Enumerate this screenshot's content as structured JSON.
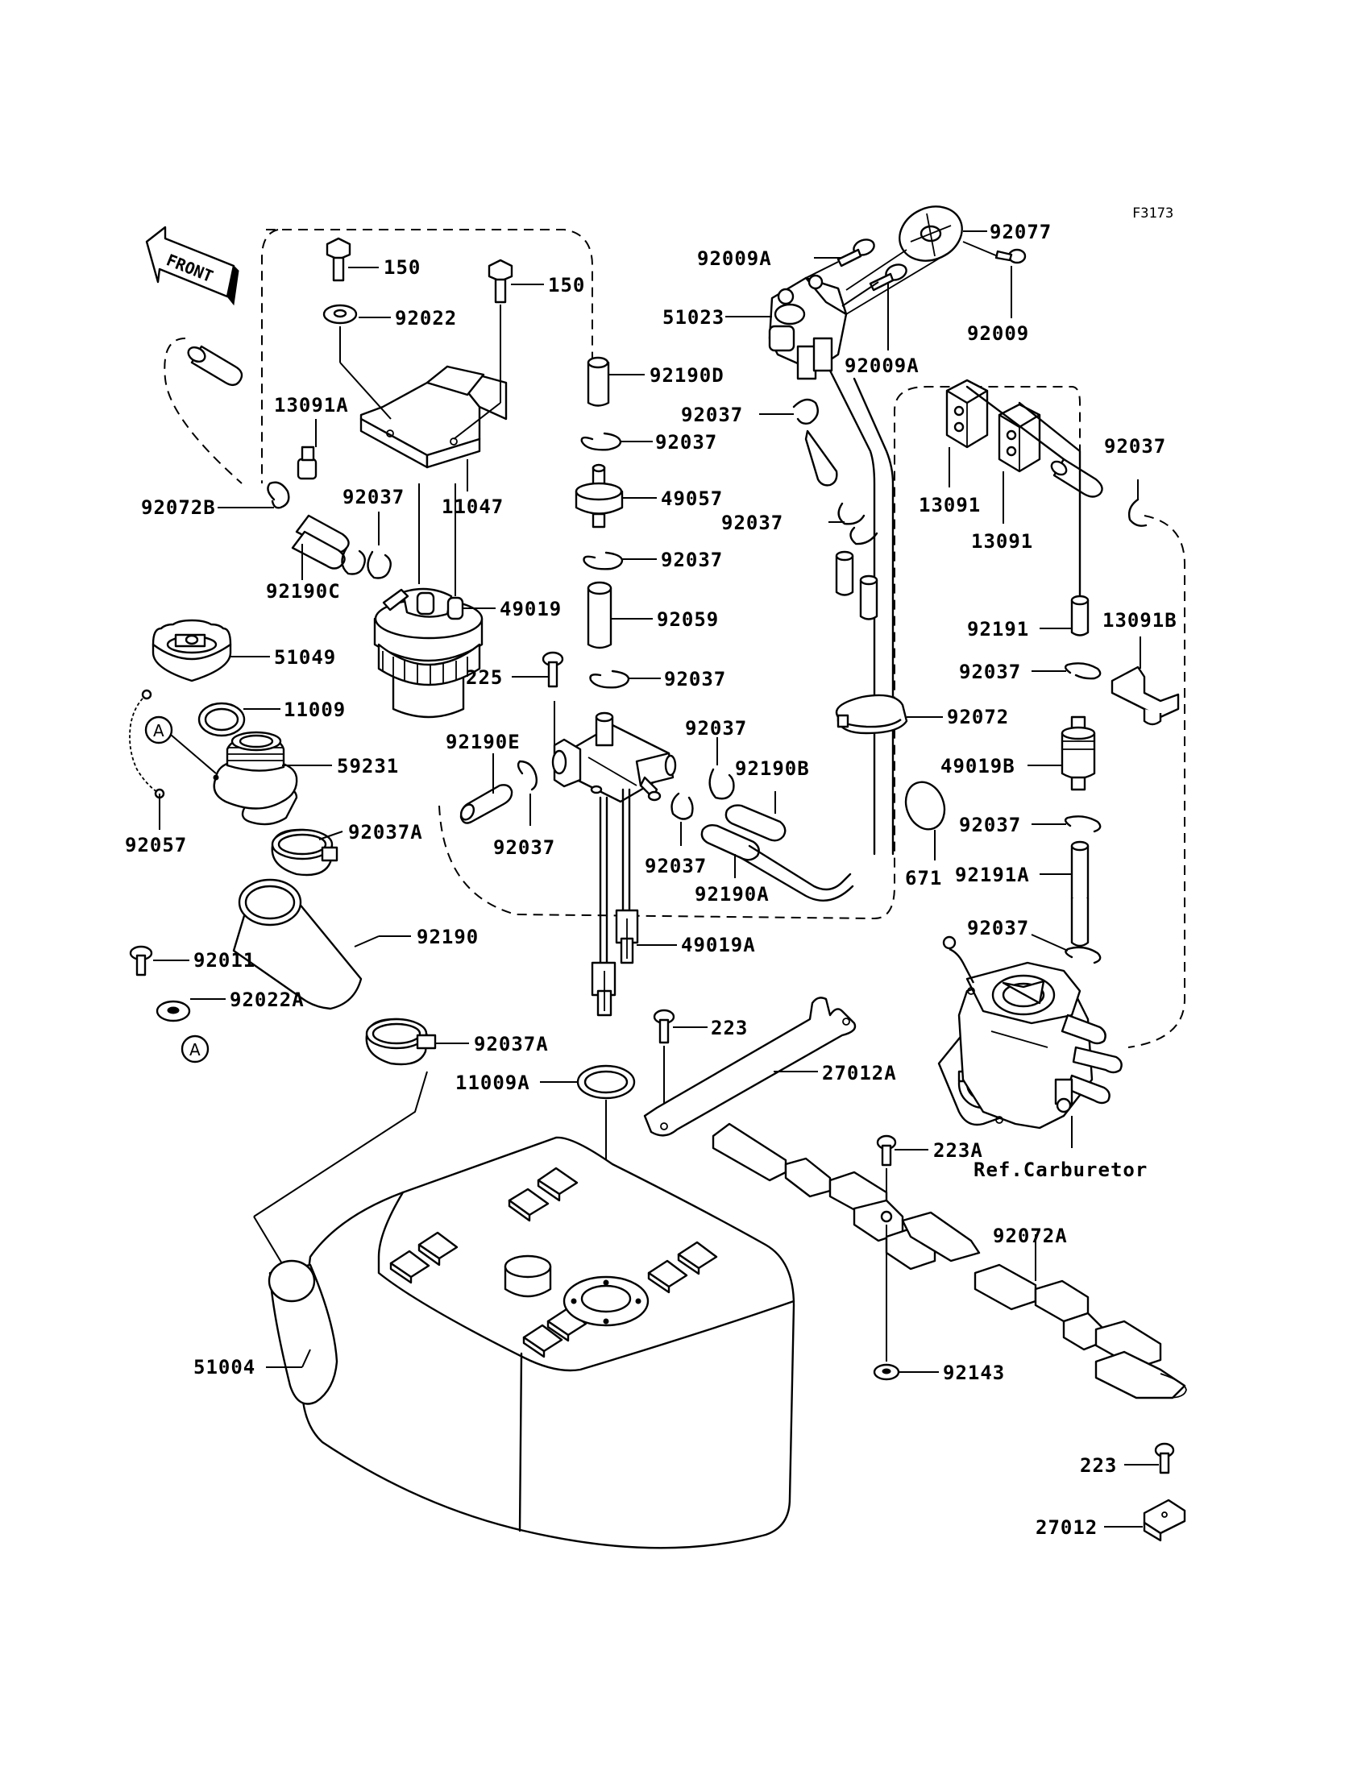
{
  "diagram_code": "F3173",
  "front_marker": "FRONT",
  "ref_marker": "A",
  "ref_marker_2": "A",
  "ref_carburetor": "Ref.Carburetor",
  "labels": {
    "p150a": "150",
    "p150b": "150",
    "p92022": "92022",
    "p13091A": "13091A",
    "p92072B": "92072B",
    "p92037_a": "92037",
    "p11047": "11047",
    "p92190C": "92190C",
    "p49019": "49019",
    "p51049": "51049",
    "p11009": "11009",
    "p59231": "59231",
    "p92057": "92057",
    "p92037A_a": "92037A",
    "p92190": "92190",
    "p92011": "92011",
    "p92022A": "92022A",
    "p92037A_b": "92037A",
    "p11009A": "11009A",
    "p51004": "51004",
    "p92190D": "92190D",
    "p92037_b": "92037",
    "p49057": "49057",
    "p92037_c": "92037",
    "p92059": "92059",
    "p225": "225",
    "p92037_d": "92037",
    "p92190E": "92190E",
    "p92037_e": "92037",
    "p49019A": "49019A",
    "p92037_f": "92037",
    "p92037_g": "92037",
    "p92190B": "92190B",
    "p92190A": "92190A",
    "p223a": "223",
    "p27012A": "27012A",
    "p92009A_a": "92009A",
    "p92077": "92077",
    "p51023": "51023",
    "p92009": "92009",
    "p92009A_b": "92009A",
    "p92037_h": "92037",
    "p92037_i": "92037",
    "p13091_a": "13091",
    "p13091_b": "13091",
    "p92037_j": "92037",
    "p92191": "92191",
    "p13091B": "13091B",
    "p92037_k": "92037",
    "p92072": "92072",
    "p49019B": "49019B",
    "p92037_l": "92037",
    "p671": "671",
    "p92191A": "92191A",
    "p92037_m": "92037",
    "p223A": "223A",
    "p92072A": "92072A",
    "p92143": "92143",
    "p223b": "223",
    "p27012": "27012"
  }
}
